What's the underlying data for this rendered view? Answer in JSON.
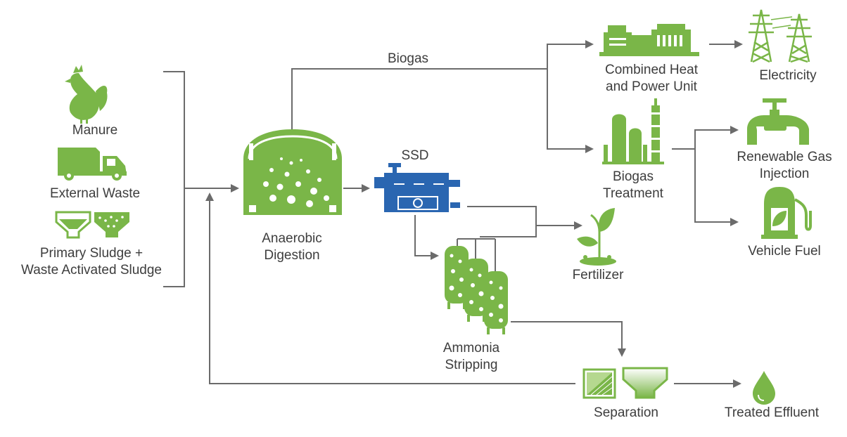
{
  "labels": {
    "manure": "Manure",
    "external_waste": "External Waste",
    "sludge_line1": "Primary Sludge +",
    "sludge_line2": "Waste Activated Sludge",
    "ad_line1": "Anaerobic",
    "ad_line2": "Digestion",
    "ssd": "SSD",
    "biogas": "Biogas",
    "chp_line1": "Combined Heat",
    "chp_line2": "and Power Unit",
    "electricity": "Electricity",
    "bt_line1": "Biogas",
    "bt_line2": "Treatment",
    "rgi_line1": "Renewable Gas",
    "rgi_line2": "Injection",
    "vehicle_fuel": "Vehicle Fuel",
    "fertilizer": "Fertilizer",
    "as_line1": "Ammonia",
    "as_line2": "Stripping",
    "separation": "Separation",
    "treated_effluent": "Treated Effluent"
  },
  "colors": {
    "green": "#7ab648",
    "light_green": "#b5d88f",
    "blue": "#2a66b1",
    "line": "#6b6b6b",
    "text": "#3d3d3d"
  },
  "icons": {
    "manure": "rooster-icon",
    "external_waste": "garbage-truck-icon",
    "sludge": "sludge-tanks-icon",
    "ad": "digester-tank-icon",
    "ssd": "screw-separator-icon",
    "chp": "generator-icon",
    "electricity": "power-tower-icon",
    "bt": "treatment-tower-icon",
    "rgi": "pipe-valve-icon",
    "vehicle_fuel": "fuel-pump-icon",
    "fertilizer": "sprout-icon",
    "as": "stripping-columns-icon",
    "separation": "separation-icon",
    "treated_effluent": "droplet-icon"
  }
}
